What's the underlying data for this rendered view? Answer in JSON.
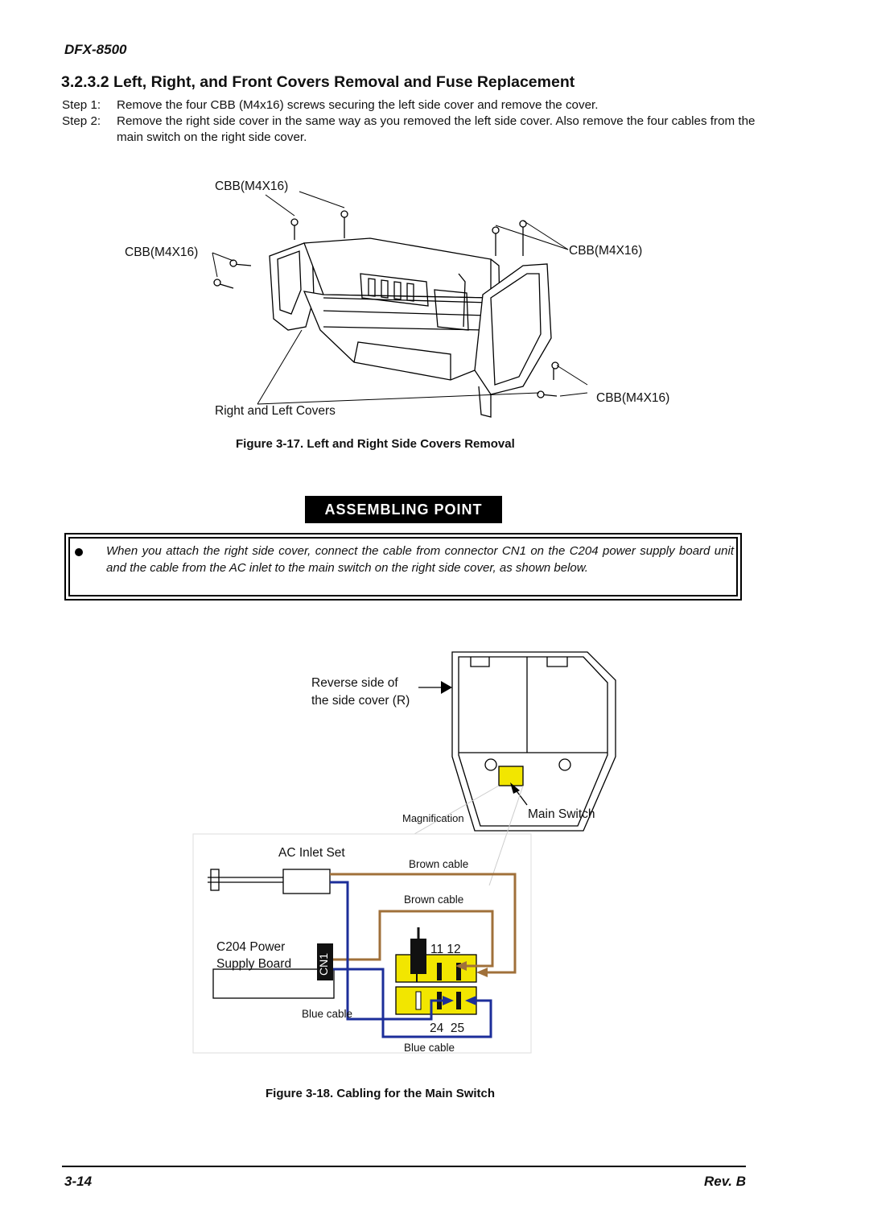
{
  "header": {
    "model": "DFX-8500"
  },
  "section": {
    "title": "3.2.3.2  Left, Right, and Front Covers Removal and Fuse Replacement"
  },
  "steps": [
    {
      "label": "Step 1:",
      "text": "Remove the four CBB (M4x16) screws securing the left side cover and remove the cover."
    },
    {
      "label": "Step 2:",
      "text": "Remove the right side cover in the same way as you removed the left side cover. Also remove the four cables from the main switch on the right side cover."
    }
  ],
  "figure17": {
    "labels": {
      "screw_top": "CBB(M4X16)",
      "screw_left": "CBB(M4X16)",
      "screw_right_top": "CBB(M4X16)",
      "screw_right_bottom": "CBB(M4X16)",
      "covers": "Right and Left Covers"
    },
    "caption": "Figure 3-17. Left and Right Side Covers Removal"
  },
  "assembling_point": {
    "title": "ASSEMBLING POINT",
    "note": "When you attach the right side cover, connect the cable from connector CN1 on the C204 power supply board unit and the cable from the AC inlet to the main switch on the right side cover, as shown below."
  },
  "figure18": {
    "labels": {
      "reverse_side_line1": "Reverse side of",
      "reverse_side_line2": "the side cover (R)",
      "magnification": "Magnification",
      "main_switch": "Main Switch",
      "ac_inlet": "AC Inlet Set",
      "brown_cable_1": "Brown cable",
      "brown_cable_2": "Brown cable",
      "board_line1": "C204 Power",
      "board_line2": "Supply Board",
      "cn1": "CN1",
      "terminals_top": "11 12",
      "terminals_bottom": "24  25",
      "blue_cable_1": "Blue cable",
      "blue_cable_2": "Blue cable"
    },
    "colors": {
      "brown": "#a0703a",
      "blue": "#1c2e9a",
      "switch": "#f2e600"
    },
    "caption": "Figure 3-18. Cabling for the Main Switch"
  },
  "footer": {
    "page": "3-14",
    "revision": "Rev. B"
  }
}
